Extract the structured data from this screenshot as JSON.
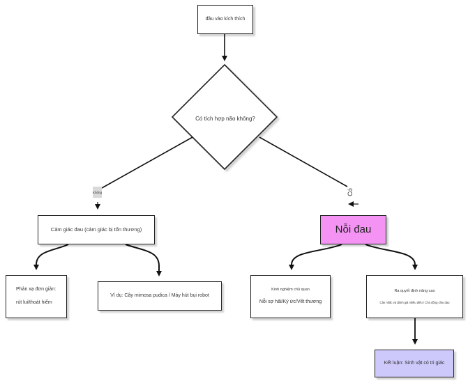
{
  "nodes": {
    "input": "đầu vào kích thích",
    "decision_brain": "Có tích hợp não không?",
    "pain_sense": "Cảm giác đau (cảm giác bị tổn thương)",
    "pain": "Nỗi đau",
    "reflex_line1": "Phản xạ đơn giản:",
    "reflex_line2": "rút lui/thoát hiểm",
    "example": "Ví dụ: Cây mimosa pudica / Máy hút bụi robot",
    "subjective_title": "Kinh nghiệm chủ quan",
    "subjective_body": "Nỗi sợ hãi/Ký ức/Vết thương",
    "advanced_title": "Ra quyết định nâng cao",
    "advanced_body": "Cân nhắc và đánh giá nhiều điều / Chủ động chịu đau",
    "conclusion": "Kết luận: Sinh vật có tri giác"
  },
  "edge_labels": {
    "no": "Không",
    "yes": "Có"
  },
  "colors": {
    "pain_fill": "#f593f5",
    "conclusion_fill": "#cdc9fb",
    "stroke": "#222222"
  }
}
